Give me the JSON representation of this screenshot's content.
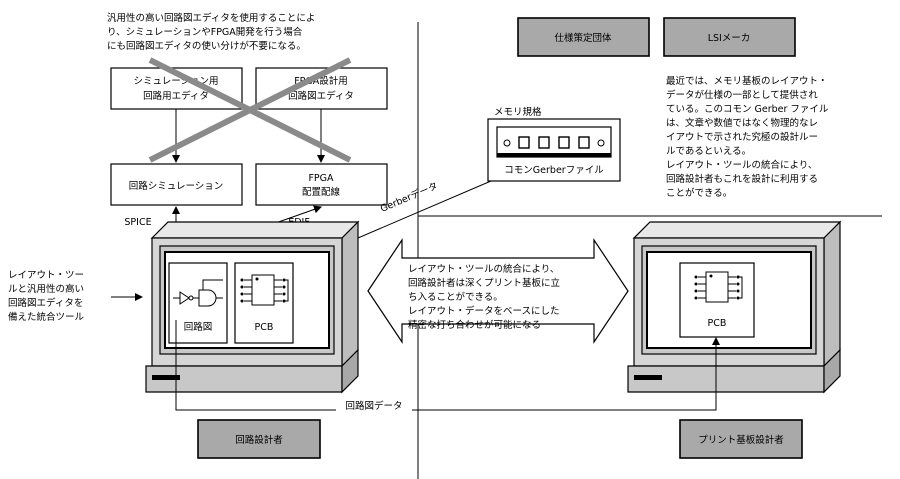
{
  "top_note": {
    "lines": [
      "汎用性の高い回路図エディタを使用することによ",
      "り、シミュレーションやFPGA開発を行う場合",
      "にも回路図エディタの使い分けが不要になる。"
    ]
  },
  "boxes": {
    "sim_editor": [
      "シミュレーション用",
      "回路用エディタ"
    ],
    "fpga_editor": [
      "FPGA設計用",
      "回路図エディタ"
    ],
    "circuit_sim": "回路シミュレーション",
    "fpga_route": [
      "FPGA",
      "配置配線"
    ]
  },
  "labels": {
    "spice": "SPICE",
    "edif": "EDIF",
    "gerber_data": "Gerberデータ",
    "schematic_data": "回路図データ",
    "schematic": "回路図",
    "pcb_left": "PCB",
    "pcb_right": "PCB"
  },
  "left_note": {
    "lines": [
      "レイアウト・ツー",
      "ルと汎用性の高い",
      "回路図エディタを",
      "備えた統合ツール"
    ]
  },
  "top_right_boxes": {
    "spec_org": "仕様策定団体",
    "lsi_maker": "LSIメーカ"
  },
  "memory": {
    "title": "メモリ規格",
    "caption": "コモンGerberファイル"
  },
  "right_note": {
    "lines": [
      "最近では、メモリ基板のレイアウト・",
      "データが仕様の一部として提供され",
      "ている。このコモン Gerber ファイル",
      "は、文章や数値ではなく物理的なレ",
      "イアウトで示された究極の設計ルー",
      "ルであるといえる。",
      "レイアウト・ツールの統合により、",
      "回路設計者もこれを設計に利用する",
      "ことができる。"
    ]
  },
  "center_arrow": {
    "lines": [
      "レイアウト・ツールの統合により、",
      "回路設計者は深くプリント基板に立",
      "ち入ることができる。",
      "レイアウト・データをベースにした",
      "精密な打ち合わせが可能になる"
    ]
  },
  "roles": {
    "circuit_designer": "回路設計者",
    "pcb_designer": "プリント基板設計者"
  }
}
